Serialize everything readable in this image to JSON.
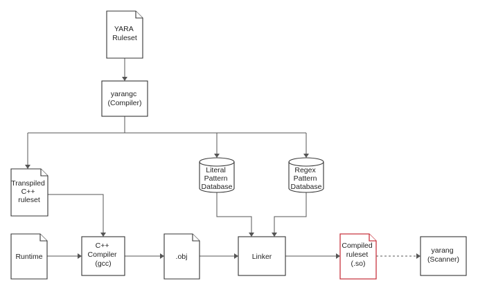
{
  "nodes": {
    "yara_ruleset": {
      "lines": [
        "YARA",
        "Ruleset"
      ],
      "shape": "document"
    },
    "yarangc": {
      "lines": [
        "yarangc",
        "(Compiler)"
      ],
      "shape": "process"
    },
    "transpiled": {
      "lines": [
        "Transpiled",
        "C++",
        "ruleset"
      ],
      "shape": "document"
    },
    "literal_db": {
      "lines": [
        "Literal",
        "Pattern",
        "Database"
      ],
      "shape": "database"
    },
    "regex_db": {
      "lines": [
        "Regex",
        "Pattern",
        "Database"
      ],
      "shape": "database"
    },
    "runtime": {
      "lines": [
        "Runtime"
      ],
      "shape": "document"
    },
    "cpp_compiler": {
      "lines": [
        "C++",
        "Compiler",
        "(gcc)"
      ],
      "shape": "process"
    },
    "obj": {
      "lines": [
        ".obj"
      ],
      "shape": "document"
    },
    "linker": {
      "lines": [
        "Linker"
      ],
      "shape": "process"
    },
    "compiled": {
      "lines": [
        "Compiled",
        "ruleset",
        "(.so)"
      ],
      "shape": "document",
      "highlight": "#c8343e"
    },
    "yarang": {
      "lines": [
        "yarang",
        "(Scanner)"
      ],
      "shape": "process"
    }
  },
  "edges": [
    {
      "from": "yara_ruleset",
      "to": "yarangc",
      "style": "solid"
    },
    {
      "from": "yarangc",
      "to": "transpiled",
      "style": "solid"
    },
    {
      "from": "yarangc",
      "to": "literal_db",
      "style": "solid"
    },
    {
      "from": "yarangc",
      "to": "regex_db",
      "style": "solid"
    },
    {
      "from": "transpiled",
      "to": "cpp_compiler",
      "style": "solid"
    },
    {
      "from": "runtime",
      "to": "cpp_compiler",
      "style": "solid"
    },
    {
      "from": "cpp_compiler",
      "to": "obj",
      "style": "solid"
    },
    {
      "from": "obj",
      "to": "linker",
      "style": "solid"
    },
    {
      "from": "literal_db",
      "to": "linker",
      "style": "solid"
    },
    {
      "from": "regex_db",
      "to": "linker",
      "style": "solid"
    },
    {
      "from": "linker",
      "to": "compiled",
      "style": "solid"
    },
    {
      "from": "compiled",
      "to": "yarang",
      "style": "dashed"
    }
  ]
}
